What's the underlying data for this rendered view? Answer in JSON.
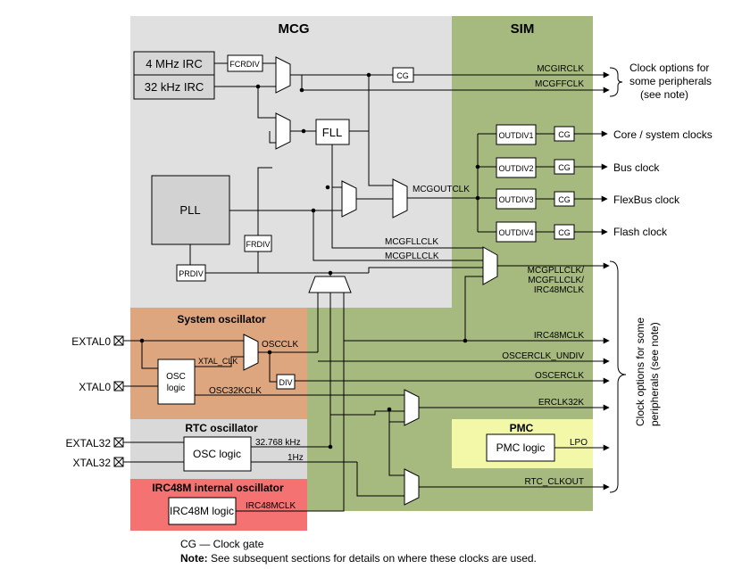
{
  "colors": {
    "mcg": "#e0e0e0",
    "sim": "#a6b97e",
    "osc": "#dea67f",
    "rtc": "#d9d9d9",
    "irc48": "#f47272",
    "pmc": "#f3f8a8"
  },
  "regions": {
    "mcg": "MCG",
    "sim": "SIM",
    "sys_osc": "System oscillator",
    "rtc_osc": "RTC oscillator",
    "irc48m": "IRC48M internal oscillator",
    "pmc": "PMC"
  },
  "blocks": {
    "irc4m": "4 MHz IRC",
    "irc32k": "32 kHz IRC",
    "fcrdiv": "FCRDIV",
    "fll": "FLL",
    "pll": "PLL",
    "frdiv": "FRDIV",
    "prdiv": "PRDIV",
    "cg_mcgirclk": "CG",
    "outdiv1": "OUTDIV1",
    "outdiv2": "OUTDIV2",
    "outdiv3": "OUTDIV3",
    "outdiv4": "OUTDIV4",
    "cg": "CG",
    "osc_logic_l1": "OSC",
    "osc_logic_l2": "logic",
    "div": "DIV",
    "rtc_osc_logic": "OSC logic",
    "irc48m_logic": "IRC48M logic",
    "pmc_logic": "PMC logic"
  },
  "signals": {
    "mcgirclk": "MCGIRCLK",
    "mcgffclk": "MCGFFCLK",
    "mcgoutclk": "MCGOUTCLK",
    "mcgfllclk": "MCGFLLCLK",
    "mcgpllclk": "MCGPLLCLK",
    "mux_out_l1": "MCGPLLCLK/",
    "mux_out_l2": "MCGFLLCLK/",
    "mux_out_l3": "IRC48MCLK",
    "oscclk": "OSCCLK",
    "xtal_clk": "XTAL_CLK",
    "osc32kclk": "OSC32KCLK",
    "irc48mclk_out": "IRC48MCLK",
    "oscerclk_undiv": "OSCERCLK_UNDIV",
    "oscerclk": "OSCERCLK",
    "erclk32k": "ERCLK32K",
    "rtc_32k": "32.768 kHz",
    "rtc_1hz": "1Hz",
    "irc48mclk_in": "IRC48MCLK",
    "lpo": "LPO",
    "rtc_clkout": "RTC_CLKOUT"
  },
  "pins": {
    "extal0": "EXTAL0",
    "xtal0": "XTAL0",
    "extal32": "EXTAL32",
    "xtal32": "XTAL32"
  },
  "outputs": {
    "core": "Core / system clocks",
    "bus": "Bus clock",
    "flexbus": "FlexBus clock",
    "flash": "Flash clock"
  },
  "notes": {
    "clock_opts_l1": "Clock options for",
    "clock_opts_l2": "some peripherals",
    "clock_opts_l3": "(see note)",
    "clock_opts_vertical_l1": "Clock options for some",
    "clock_opts_vertical_l2": "peripherals (see note)",
    "legend_cg": "CG — Clock gate",
    "note_label": "Note:",
    "note_text": " See subsequent sections for details on where these clocks are used."
  }
}
